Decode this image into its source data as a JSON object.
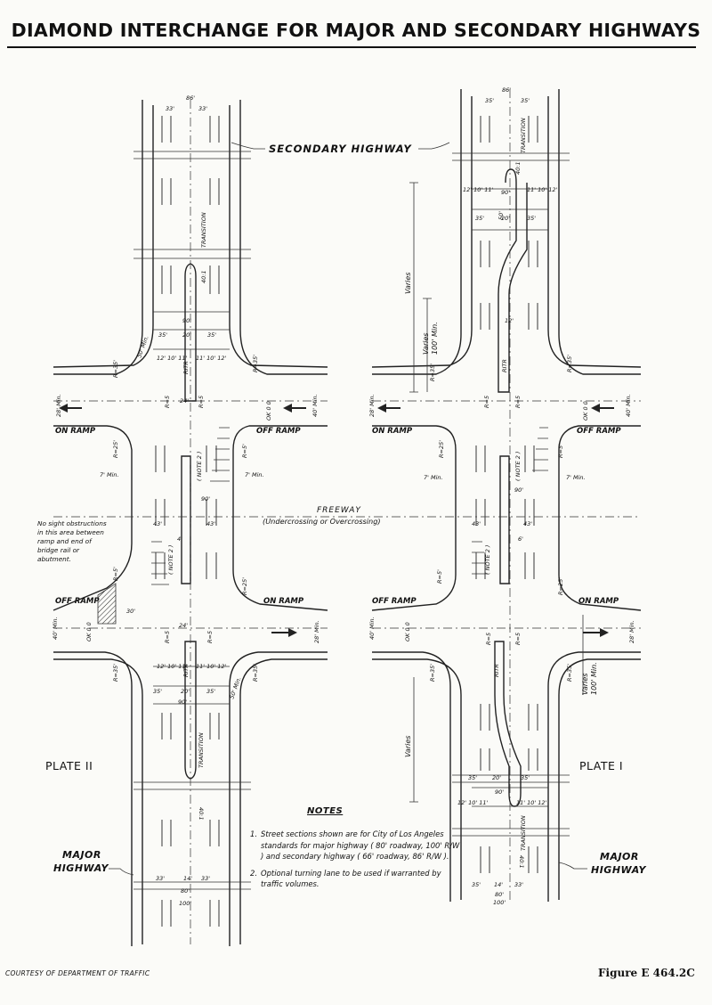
{
  "title": "DIAMOND INTERCHANGE FOR MAJOR AND SECONDARY HIGHWAYS",
  "labels": {
    "secondary_highway": "SECONDARY HIGHWAY",
    "major_highway_line1": "MAJOR",
    "major_highway_line2": "HIGHWAY",
    "freeway": "FREEWAY",
    "freeway_sub": "(Undercrossing or Overcrossing)",
    "on_ramp": "ON RAMP",
    "off_ramp": "OFF RAMP",
    "plate_left": "PLATE II",
    "plate_right": "PLATE I",
    "sight_note": [
      "No sight obstructions",
      "in this area between",
      "ramp and end of",
      "bridge rail or",
      "abutment."
    ],
    "varies": "Varies",
    "varies_100": [
      "Varies",
      "100' Min."
    ],
    "transition": "TRANSITION",
    "note2": "( NOTE 2 )",
    "ritr": "RITR",
    "taper": "40:1"
  },
  "dims": {
    "w86": "86'",
    "w33": "33'",
    "w35": "35'",
    "w20": "20'",
    "w90": "90'",
    "w24": "24'",
    "w43": "43'",
    "w12": "12'",
    "w10": "10'",
    "w11": "11'",
    "w14": "14'",
    "w80": "80'",
    "w100": "100'",
    "w6": "6'",
    "w4": "4'",
    "w30": "30'",
    "w50": "50'",
    "r35": "R=35'",
    "r25": "R=25'",
    "r5": "R=5'",
    "r5b": "R=5",
    "min7": "7' Min.",
    "min28": "28' Min.",
    "min40": "40' Min.",
    "min50": "50' Min.",
    "sec12": "12' 10' 11'",
    "sec11": "11' 10' 12'",
    "ok": "OK 0 0"
  },
  "notes": {
    "heading": "NOTES",
    "items": [
      {
        "num": "1.",
        "text": "Street sections shown are for City of Los Angeles standards for major highway ( 80' roadway, 100' R/W ) and secondary highway ( 66' roadway, 86' R/W )."
      },
      {
        "num": "2.",
        "text": "Optional turning lane to be used if warranted by traffic volumes."
      }
    ]
  },
  "footer": {
    "courtesy": "COURTESY OF DEPARTMENT OF TRAFFIC",
    "figure": "Figure E 464.2C"
  }
}
